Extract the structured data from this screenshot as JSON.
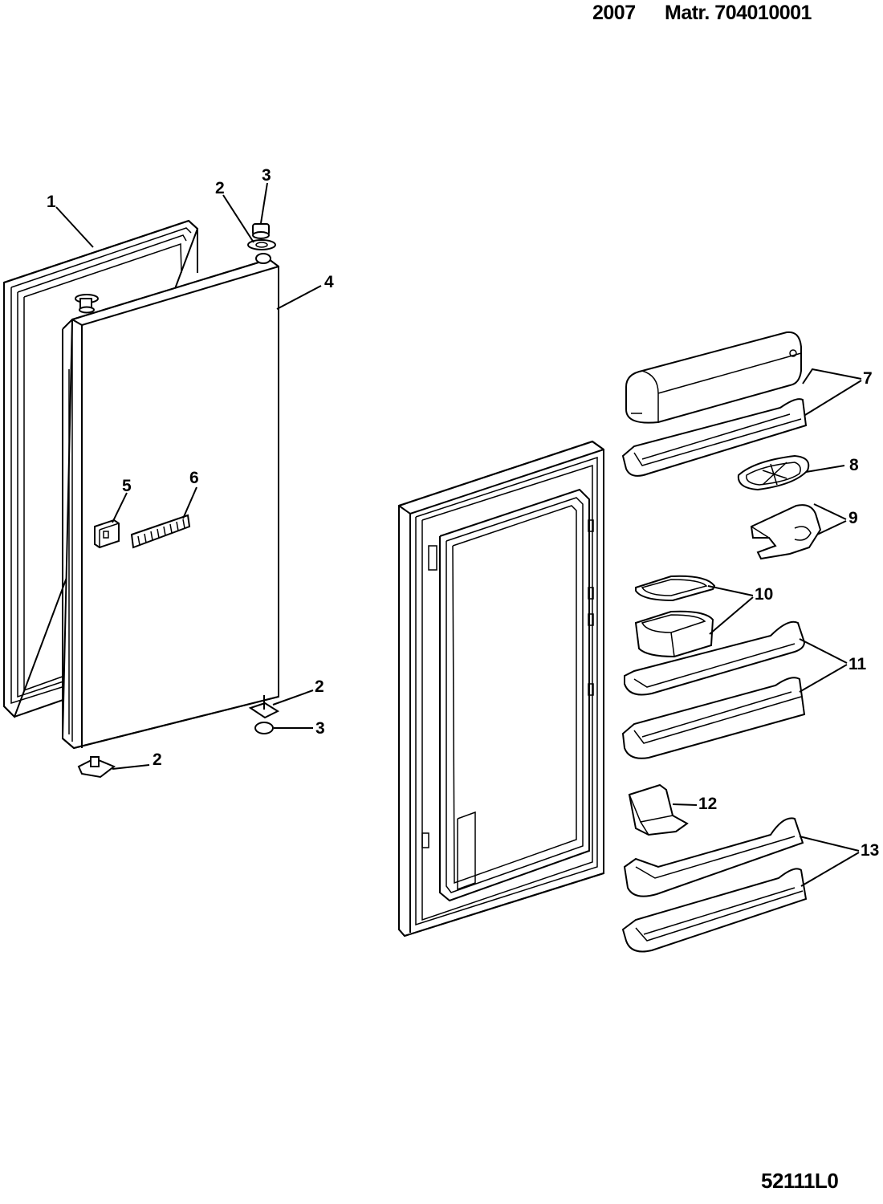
{
  "header": {
    "year": "2007",
    "matr": "Matr. 704010001"
  },
  "drawing_code": "52111L0",
  "callouts": [
    "1",
    "2",
    "3",
    "4",
    "5",
    "6",
    "7",
    "8",
    "9",
    "10",
    "11",
    "12",
    "13"
  ]
}
